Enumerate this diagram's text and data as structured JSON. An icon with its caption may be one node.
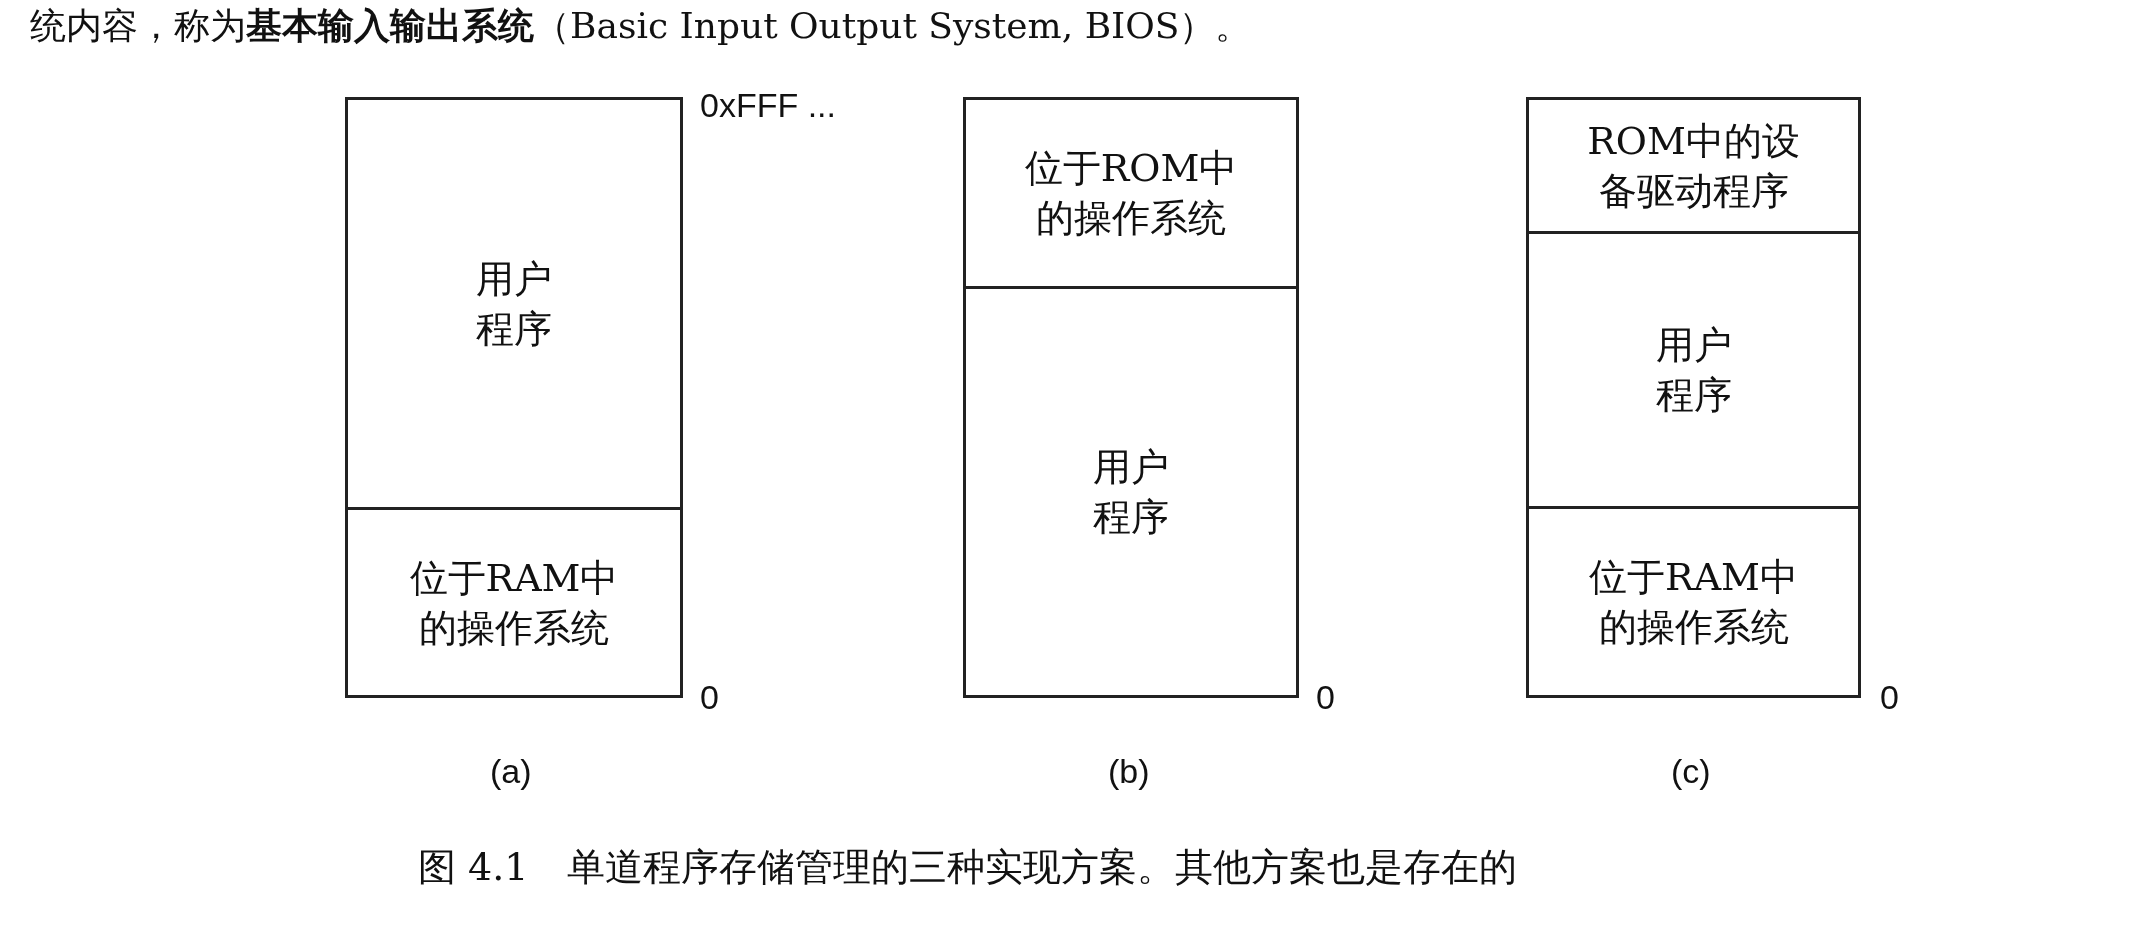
{
  "diagram": {
    "caption": "图 4.1　单道程序存储管理的三种实现方案。其他方案也是存在的",
    "nodes": [
      {
        "text": [
          "用户程序"
        ]
      },
      {
        "text": [
          "位于RAM中的操作系统"
        ]
      },
      {
        "text": [
          "位于ROM中的操作系统"
        ]
      },
      {
        "text": [
          "用户程序"
        ]
      },
      {
        "text": [
          "ROM中的设备驱动程序"
        ]
      },
      {
        "text": [
          "用户程序"
        ]
      },
      {
        "text": [
          "位于RAM中的操作系统"
        ]
      }
    ],
    "edges": [],
    "labels": [
      "统内容，称为**基本输入输出系统**（Basic Input Output System, BIOS）。",
      "0xFFF ...",
      "0",
      "0",
      "0",
      "(a)",
      "(b)",
      "(c)"
    ]
  }
}
